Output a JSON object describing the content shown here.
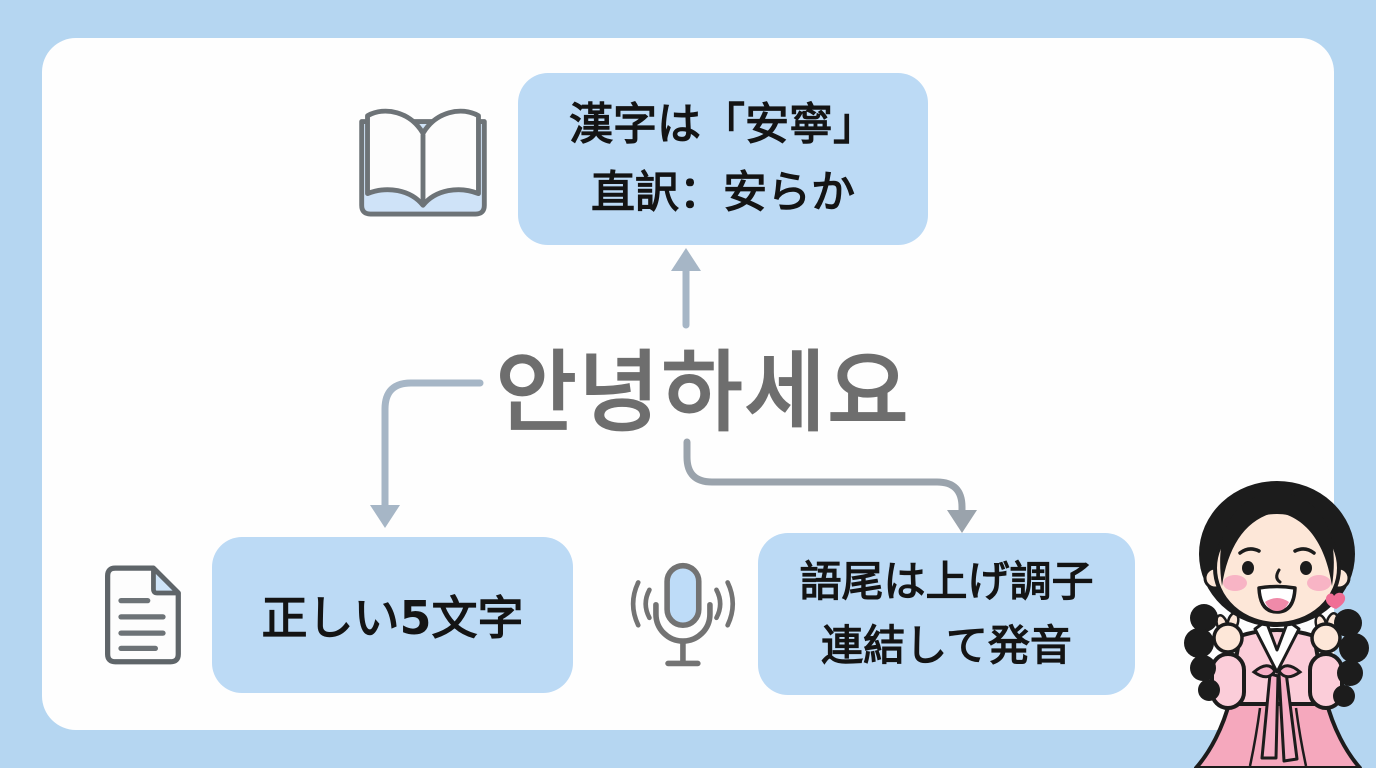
{
  "meta": {
    "description": "Study diagram explaining the Korean greeting"
  },
  "palette": {
    "background": "#b5d6f1",
    "card": "#fefefe",
    "bubble_fill": "#bcdaf5",
    "bubble_text": "#141414",
    "center_word_color": "#6e6e6e",
    "arrow_color_left": "#a6b6c6",
    "arrow_color_right": "#9aa3ac",
    "icon_stroke": "#6d7377",
    "icon_blue_fill": "#cfe3f8",
    "hanbok_light_pink": "#fbcdd9",
    "hanbok_pink": "#f5a8bd"
  },
  "center": {
    "word": "안녕하세요"
  },
  "nodes": {
    "kanji": {
      "icon": "open-book-icon",
      "line1": "漢字は「安寧」",
      "line2": "直訳：安らか"
    },
    "spelling": {
      "icon": "document-icon",
      "line1": "正しい5文字"
    },
    "pronunciation": {
      "icon": "microphone-icon",
      "line1": "語尾は上げ調子",
      "line2": "連結して発音"
    }
  },
  "illustration": {
    "name": "girl-in-pink-hanbok-making-finger-hearts"
  }
}
